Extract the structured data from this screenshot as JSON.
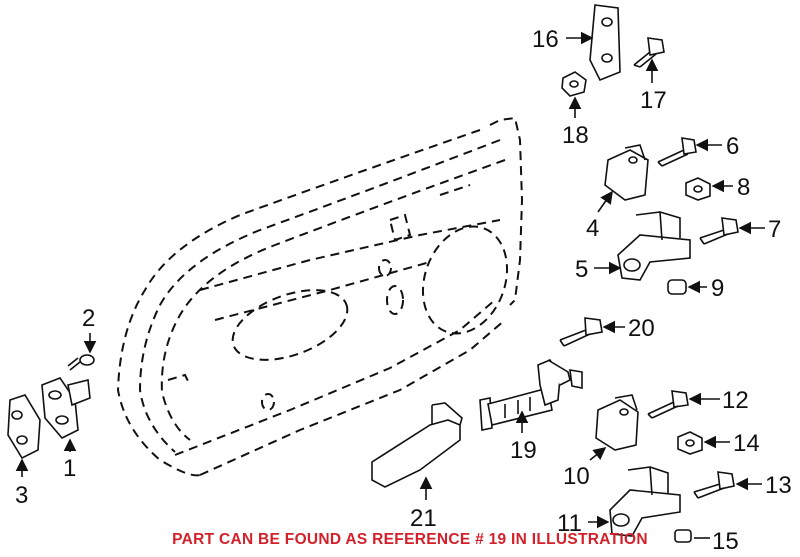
{
  "callouts": {
    "c1": "1",
    "c2": "2",
    "c3": "3",
    "c4": "4",
    "c5": "5",
    "c6": "6",
    "c7": "7",
    "c8": "8",
    "c9": "9",
    "c10": "10",
    "c11": "11",
    "c12": "12",
    "c13": "13",
    "c14": "14",
    "c15": "15",
    "c16": "16",
    "c17": "17",
    "c18": "18",
    "c19": "19",
    "c20": "20",
    "c21": "21"
  },
  "footnote": "PART CAN BE FOUND AS REFERENCE # 19 IN ILLUSTRATION",
  "colors": {
    "footnote": "#d4202a",
    "lines": "#111111"
  }
}
